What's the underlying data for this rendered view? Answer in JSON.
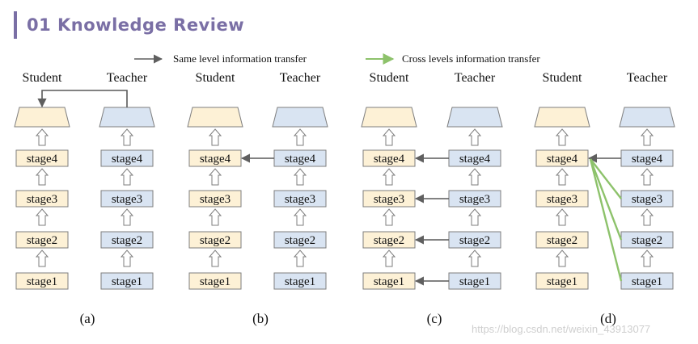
{
  "header": {
    "title": "01 Knowledge Review"
  },
  "legend": {
    "same_level": "Same level information transfer",
    "cross_level": "Cross levels information transfer",
    "same_level_color": "#5f5f5f",
    "cross_level_color": "#8dc26b"
  },
  "colors": {
    "student_fill": "#fdf1d6",
    "teacher_fill": "#d9e4f2",
    "border": "#7e7e7e"
  },
  "columns": {
    "student": "Student",
    "teacher": "Teacher"
  },
  "stages": [
    "stage4",
    "stage3",
    "stage2",
    "stage1"
  ],
  "panels": [
    {
      "caption": "(a)",
      "transfer": "head-output"
    },
    {
      "caption": "(b)",
      "transfer": "same-level-top-stage"
    },
    {
      "caption": "(c)",
      "transfer": "same-level-all-stages"
    },
    {
      "caption": "(d)",
      "transfer": "cross-level-to-top-stage"
    }
  ],
  "watermark": "https://blog.csdn.net/weixin_43913077"
}
